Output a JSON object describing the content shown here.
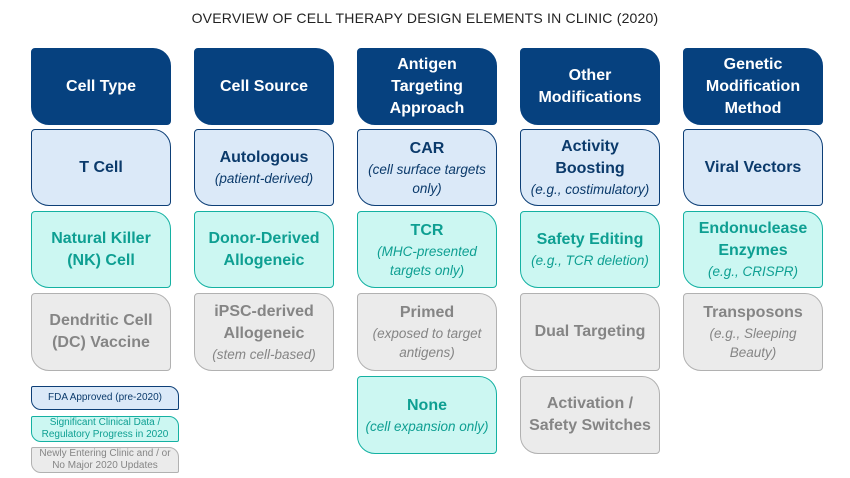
{
  "title": "OVERVIEW OF CELL THERAPY DESIGN ELEMENTS IN CLINIC (2020)",
  "columns": [
    {
      "header": "Cell Type",
      "cards": [
        {
          "status": "fda",
          "main": "T Cell",
          "sub": ""
        },
        {
          "status": "significant",
          "main": "Natural Killer (NK) Cell",
          "sub": ""
        },
        {
          "status": "new",
          "main": "Dendritic Cell (DC) Vaccine",
          "sub": ""
        }
      ]
    },
    {
      "header": "Cell Source",
      "cards": [
        {
          "status": "fda",
          "main": "Autologous",
          "sub": "(patient-derived)"
        },
        {
          "status": "significant",
          "main": "Donor-Derived Allogeneic",
          "sub": ""
        },
        {
          "status": "new",
          "main": "iPSC-derived Allogeneic",
          "sub": "(stem cell-based)"
        }
      ]
    },
    {
      "header": "Antigen Targeting Approach",
      "cards": [
        {
          "status": "fda",
          "main": "CAR",
          "sub": "(cell surface targets only)"
        },
        {
          "status": "significant",
          "main": "TCR",
          "sub": "(MHC-presented targets only)"
        },
        {
          "status": "new",
          "main": "Primed",
          "sub": "(exposed to target antigens)"
        },
        {
          "status": "significant",
          "main": "None",
          "sub": "(cell expansion only)"
        }
      ]
    },
    {
      "header": "Other Modifications",
      "cards": [
        {
          "status": "fda",
          "main": "Activity Boosting",
          "sub": "(e.g., costimulatory)"
        },
        {
          "status": "significant",
          "main": "Safety Editing",
          "sub": "(e.g., TCR deletion)"
        },
        {
          "status": "new",
          "main": "Dual Targeting",
          "sub": ""
        },
        {
          "status": "new",
          "main": "Activation / Safety Switches",
          "sub": ""
        }
      ]
    },
    {
      "header": "Genetic Modification Method",
      "cards": [
        {
          "status": "fda",
          "main": "Viral Vectors",
          "sub": ""
        },
        {
          "status": "significant",
          "main": "Endonuclease Enzymes",
          "sub": "(e.g., CRISPR)"
        },
        {
          "status": "new",
          "main": "Transposons",
          "sub": "(e.g., Sleeping Beauty)"
        }
      ]
    }
  ],
  "legend": [
    {
      "status": "fda",
      "label": "FDA Approved (pre-2020)"
    },
    {
      "status": "significant",
      "label": "Significant Clinical Data / Regulatory Progress in 2020"
    },
    {
      "status": "new",
      "label": "Newly Entering Clinic and / or No Major 2020 Updates"
    }
  ],
  "colors": {
    "header": "#06417f",
    "fda_fill": "#dbe9f8",
    "fda_border": "#0d3f77",
    "fda_text": "#0b3a6b",
    "significant_fill": "#ccf7f2",
    "significant_border": "#14b1a2",
    "significant_text": "#0e9f92",
    "new_fill": "#ebebeb",
    "new_border": "#b1b1b1",
    "new_text": "#858585"
  }
}
